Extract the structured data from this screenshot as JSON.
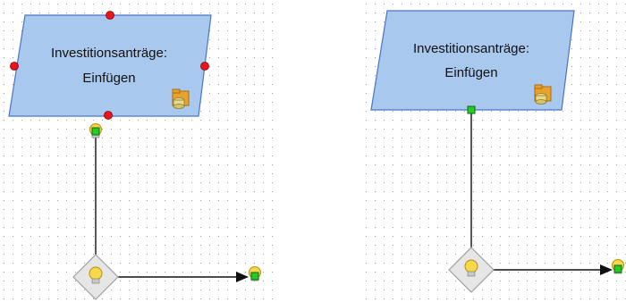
{
  "diagrams": [
    {
      "id": "left",
      "process": {
        "line1": "Investitionsanträge:",
        "line2": "Einfügen"
      },
      "state": "selected"
    },
    {
      "id": "right",
      "process": {
        "line1": "Investitionsanträge:",
        "line2": "Einfügen"
      },
      "state": "unselected"
    }
  ],
  "colors": {
    "shape_fill": "#a9c8ee",
    "shape_stroke": "#4a74c8",
    "selection_handle": "#e8141e",
    "connector_handle": "#22cc22",
    "line": "#111111",
    "grid_dot": "#9a9a9a"
  },
  "icons": {
    "process_icon": "database-folder-icon",
    "event_icon": "lightbulb-icon",
    "gateway_icon": "lightbulb-icon"
  }
}
